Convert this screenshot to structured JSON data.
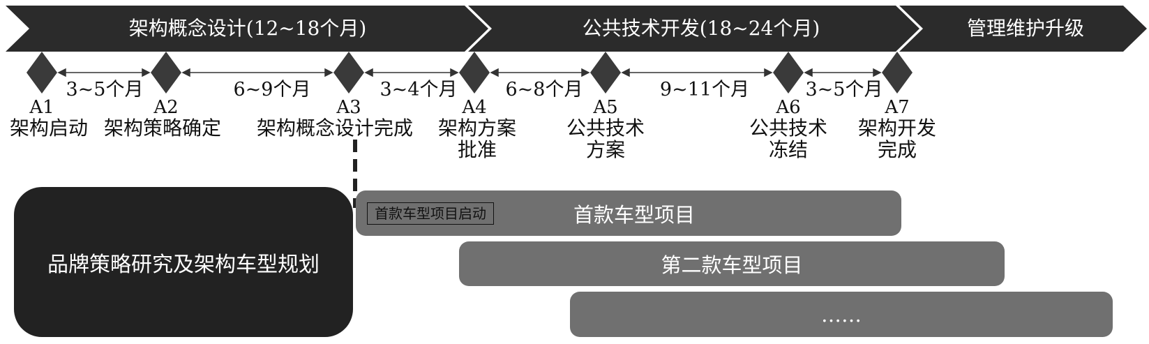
{
  "phases": [
    {
      "label": "架构概念设计(12~18个月)"
    },
    {
      "label": "公共技术开发(18~24个月)"
    },
    {
      "label": "管理维护升级"
    }
  ],
  "milestones": [
    {
      "code": "A1",
      "name": "架构启动"
    },
    {
      "code": "A2",
      "name": "架构策略确定"
    },
    {
      "code": "A3",
      "name": "架构概念设计完成"
    },
    {
      "code": "A4",
      "name": "架构方案\n批准"
    },
    {
      "code": "A5",
      "name": "公共技术\n方案"
    },
    {
      "code": "A6",
      "name": "公共技术\n冻结"
    },
    {
      "code": "A7",
      "name": "架构开发\n完成"
    }
  ],
  "intervals": [
    "3~5个月",
    "6~9个月",
    "3~4个月",
    "6~8个月",
    "9~11个月",
    "3~5个月"
  ],
  "planning": {
    "label": "品牌策略研究及架构车型规划"
  },
  "launch_label": "首款车型项目启动",
  "projects": [
    {
      "label": "首款车型项目"
    },
    {
      "label": "第二款车型项目"
    },
    {
      "label": "……"
    }
  ],
  "colors": {
    "band": "#2b2b2b",
    "planning": "#222222",
    "bar": "#707070",
    "diamond": "#3a3a3a"
  }
}
